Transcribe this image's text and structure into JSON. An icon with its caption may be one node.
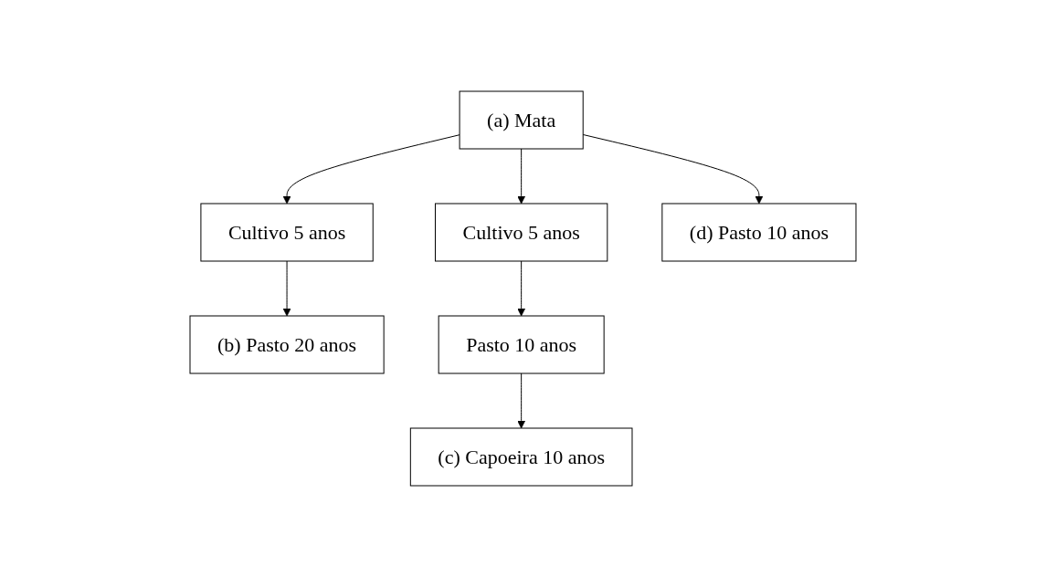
{
  "diagram": {
    "nodes": [
      {
        "text": [
          "(a) Mata"
        ]
      },
      {
        "text": [
          "Cultivo 5 anos"
        ]
      },
      {
        "text": [
          "Cultivo 5 anos"
        ]
      },
      {
        "text": [
          "(d) Pasto 10 anos"
        ]
      },
      {
        "text": [
          "(b) Pasto 20 anos"
        ]
      },
      {
        "text": [
          "Pasto 10 anos"
        ]
      },
      {
        "text": [
          "(c) Capoeira 10 anos"
        ]
      }
    ],
    "edges": [
      {
        "from": 0,
        "to": 1,
        "arrow": "to"
      },
      {
        "from": 0,
        "to": 2,
        "arrow": "to"
      },
      {
        "from": 0,
        "to": 3,
        "arrow": "to"
      },
      {
        "from": 1,
        "to": 4,
        "arrow": "to"
      },
      {
        "from": 2,
        "to": 5,
        "arrow": "to"
      },
      {
        "from": 5,
        "to": 6,
        "arrow": "to"
      }
    ]
  }
}
